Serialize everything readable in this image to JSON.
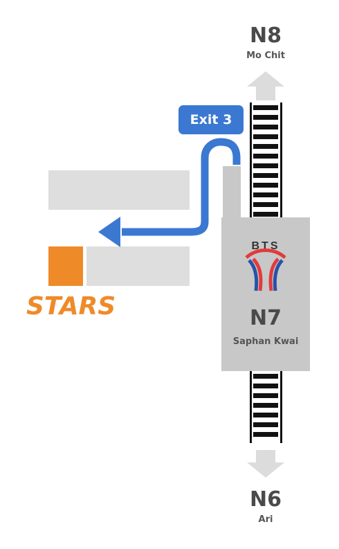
{
  "station": {
    "code": "N7",
    "name": "Saphan Kwai",
    "operator": "BTS"
  },
  "north": {
    "code": "N8",
    "name": "Mo Chit"
  },
  "south": {
    "code": "N6",
    "name": "Ari"
  },
  "exit": {
    "label": "Exit 3"
  },
  "landmark": {
    "label": "STARS"
  },
  "colors": {
    "station_block": "#c8c8c8",
    "building": "#dedede",
    "exit_route": "#3b78d1",
    "landmark": "#ef8a29",
    "track": "#111111",
    "direction_arrow": "#dcdcdc"
  },
  "icons": {
    "bts_logo": "bts-logo-icon",
    "arrow_up": "arrow-up-icon",
    "arrow_down": "arrow-down-icon",
    "route_arrow": "route-arrow-icon"
  }
}
